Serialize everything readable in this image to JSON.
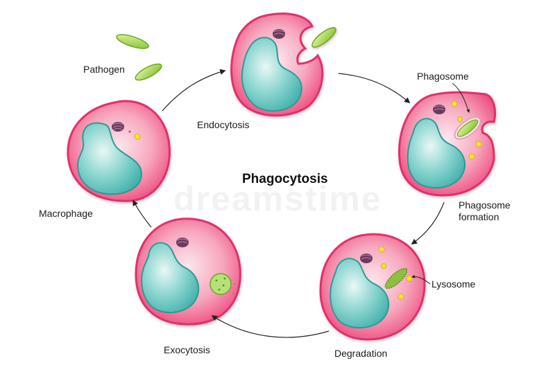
{
  "title": "Phagocytosis",
  "watermark": "dreamstime",
  "labels": {
    "pathogen": "Pathogen",
    "endocytosis": "Endocytosis",
    "phagosome": "Phagosome",
    "phagosome_formation_1": "Phagosome",
    "phagosome_formation_2": "formation",
    "lysosome": "Lysosome",
    "degradation": "Degradation",
    "exocytosis": "Exocytosis",
    "macrophage": "Macrophage"
  },
  "colors": {
    "cell_body": "#f45a8a",
    "cell_edge": "#e0306a",
    "cytoplasm": "#f8c7d2",
    "nucleus": "#5fc3bd",
    "pathogen": "#9ccc3a",
    "lysosome": "#f3e23a",
    "golgi": "#6b3a5e",
    "arrow": "#222222"
  }
}
